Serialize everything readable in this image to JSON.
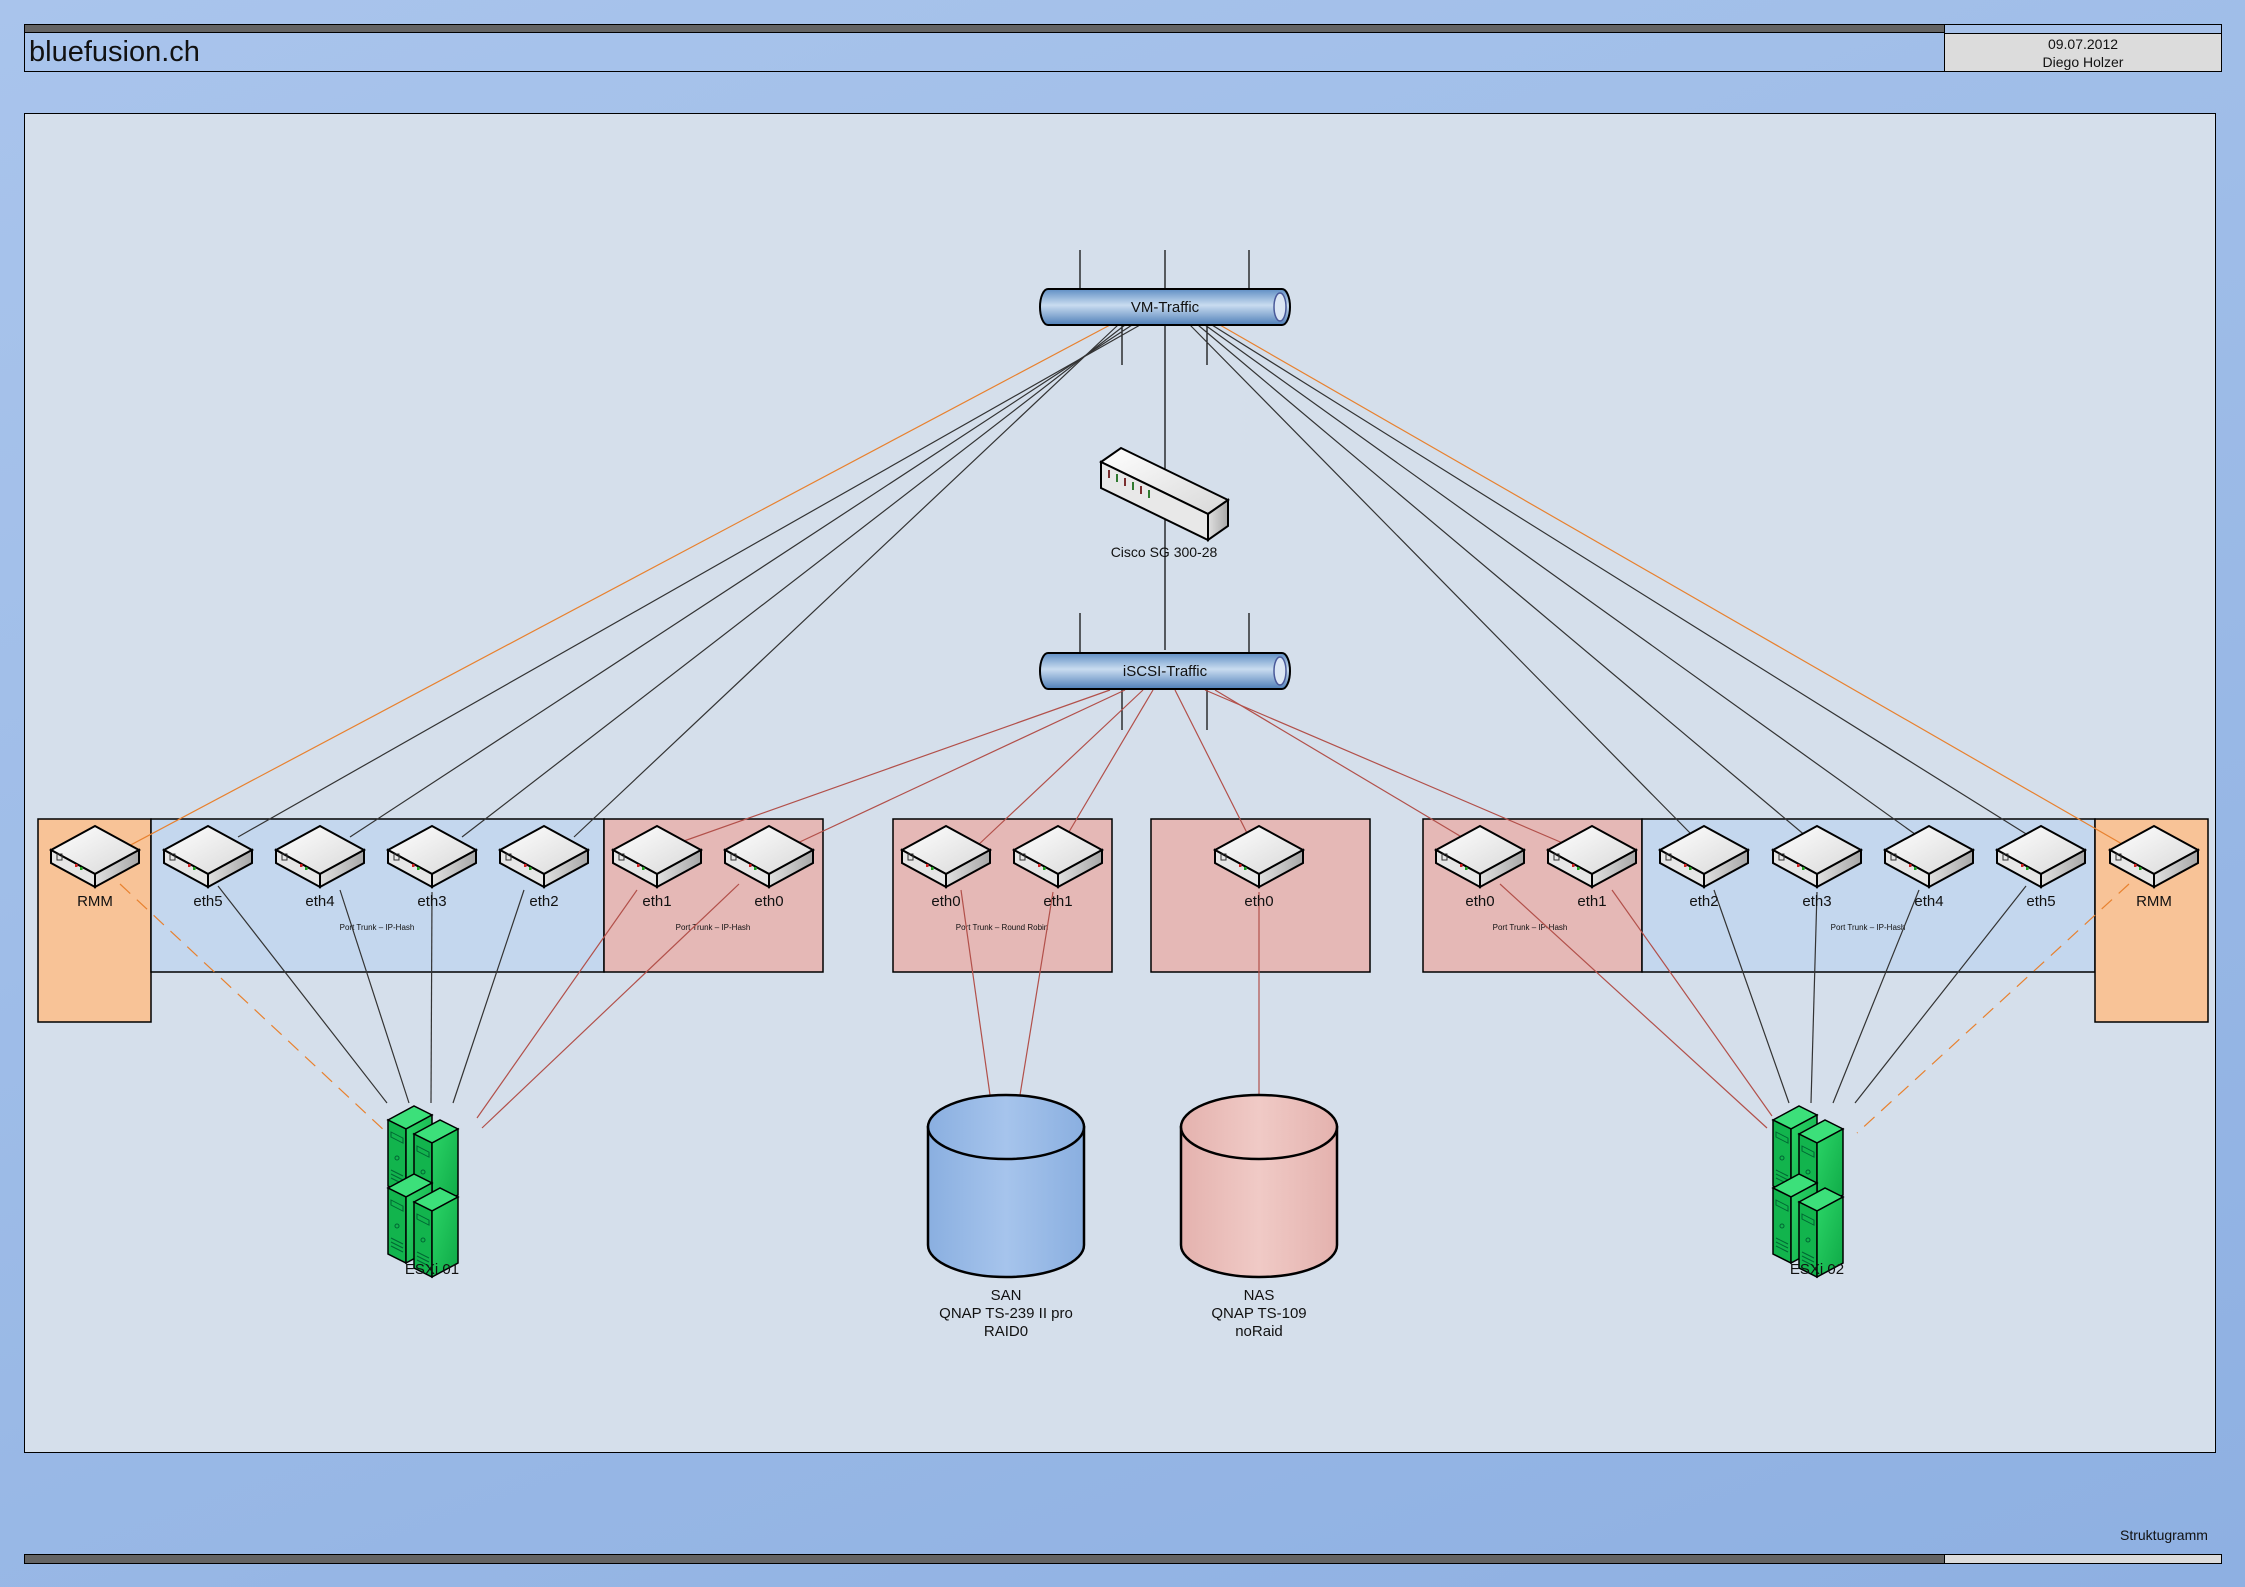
{
  "header": {
    "title": "bluefusion.ch",
    "date": "09.07.2012",
    "author": "Diego Holzer"
  },
  "footer": {
    "label": "Struktugramm"
  },
  "colors": {
    "vm_line": "#333333",
    "iscsi_line": "#b2504a",
    "rmm_line": "#e8812e",
    "blue_group": "#c4d7ee",
    "red_group": "#e5b8b6",
    "rmm_group": "#f8c397",
    "server_green": "#1fc257",
    "san_blue": "#9abbe6",
    "nas_pink": "#ebc0bc"
  },
  "buses": {
    "vm": {
      "label": "VM-Traffic"
    },
    "iscsi": {
      "label": "iSCSI-Traffic"
    }
  },
  "switch": {
    "label": "Cisco SG 300-28"
  },
  "groups": {
    "esxi01_vm": {
      "trunk_label": "Port Trunk – IP-Hash"
    },
    "esxi01_iscsi": {
      "trunk_label": "Port Trunk – IP-Hash"
    },
    "san": {
      "trunk_label": "Port Trunk – Round Robin"
    },
    "nas": {
      "trunk_label": ""
    },
    "esxi02_iscsi": {
      "trunk_label": "Port Trunk – IP-Hash"
    },
    "esxi02_vm": {
      "trunk_label": "Port Trunk – IP-Hash"
    }
  },
  "nics": {
    "esxi01": [
      "RMM",
      "eth5",
      "eth4",
      "eth3",
      "eth2",
      "eth1",
      "eth0"
    ],
    "san": [
      "eth0",
      "eth1"
    ],
    "nas": [
      "eth0"
    ],
    "esxi02": [
      "eth0",
      "eth1",
      "eth2",
      "eth3",
      "eth4",
      "eth5",
      "RMM"
    ]
  },
  "hosts": {
    "esxi01": {
      "label": "ESXi 01"
    },
    "esxi02": {
      "label": "ESXi 02"
    }
  },
  "storage": {
    "san": {
      "lines": [
        "SAN",
        "QNAP TS-239 II pro",
        "RAID0"
      ]
    },
    "nas": {
      "lines": [
        "NAS",
        "QNAP TS-109",
        "noRaid"
      ]
    }
  }
}
